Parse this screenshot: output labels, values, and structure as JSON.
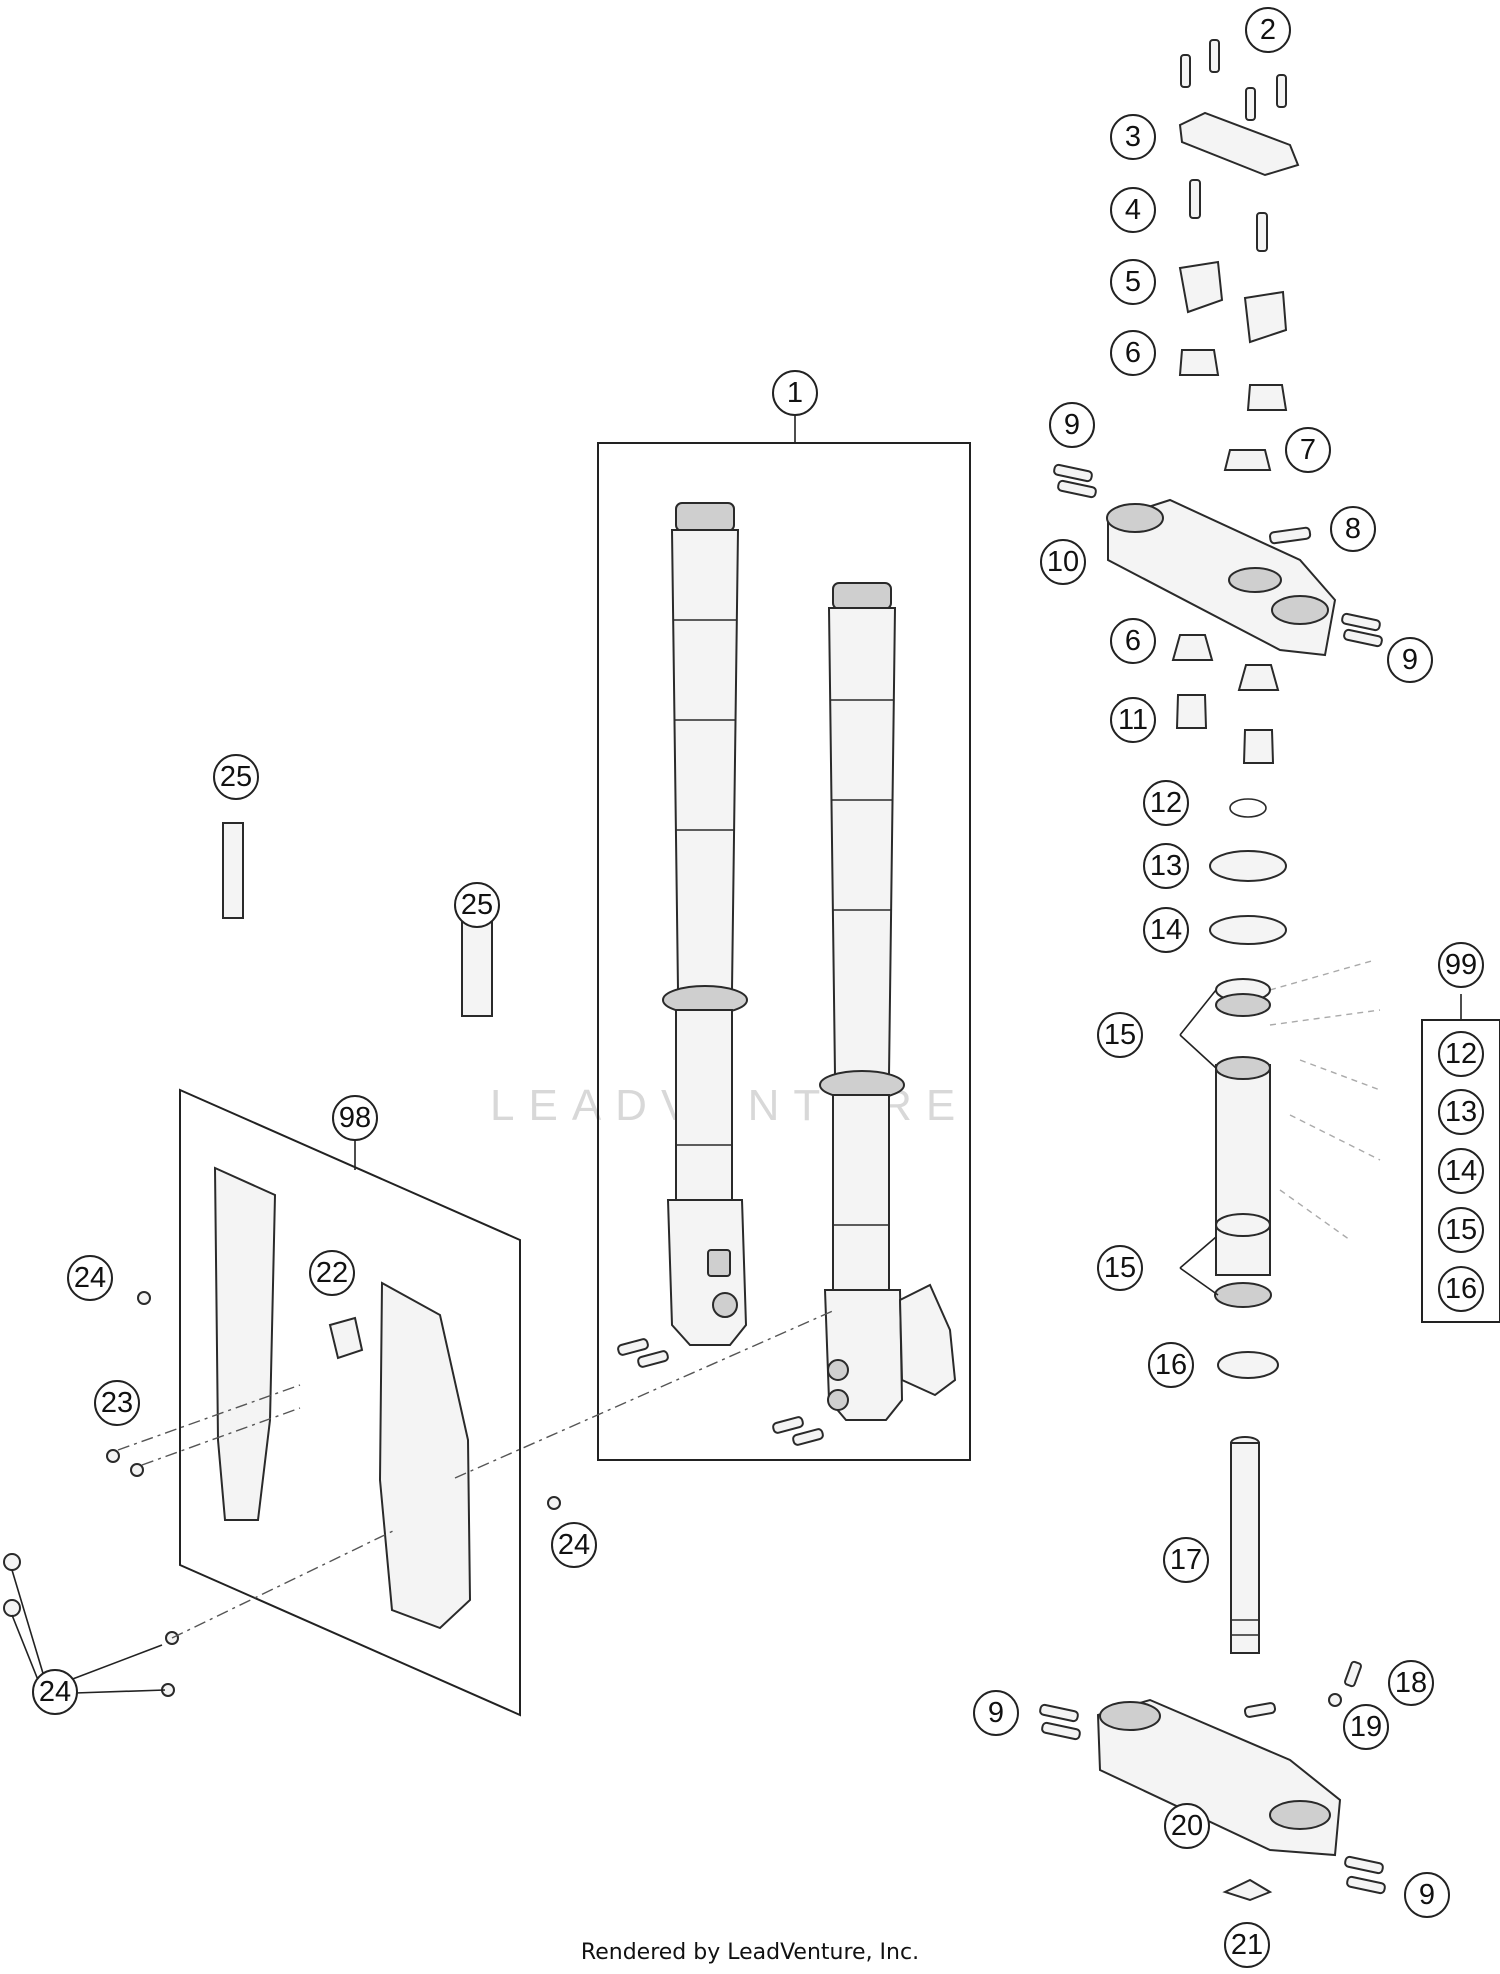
{
  "callouts": {
    "c1": "1",
    "c2": "2",
    "c3": "3",
    "c4": "4",
    "c5": "5",
    "c6a": "6",
    "c6b": "6",
    "c7": "7",
    "c8": "8",
    "c9a": "9",
    "c9b": "9",
    "c9c": "9",
    "c9d": "9",
    "c10": "10",
    "c11": "11",
    "c12": "12",
    "c13": "13",
    "c14": "14",
    "c15a": "15",
    "c15b": "15",
    "c16": "16",
    "c17": "17",
    "c18": "18",
    "c19": "19",
    "c20": "20",
    "c21": "21",
    "c22": "22",
    "c23": "23",
    "c24a": "24",
    "c24b": "24",
    "c24c": "24",
    "c25a": "25",
    "c25b": "25",
    "c98": "98",
    "c99": "99"
  },
  "kit_99_items": [
    "12",
    "13",
    "14",
    "15",
    "16"
  ],
  "watermark": "LEADVENTURE",
  "credit": "Rendered by LeadVenture, Inc."
}
